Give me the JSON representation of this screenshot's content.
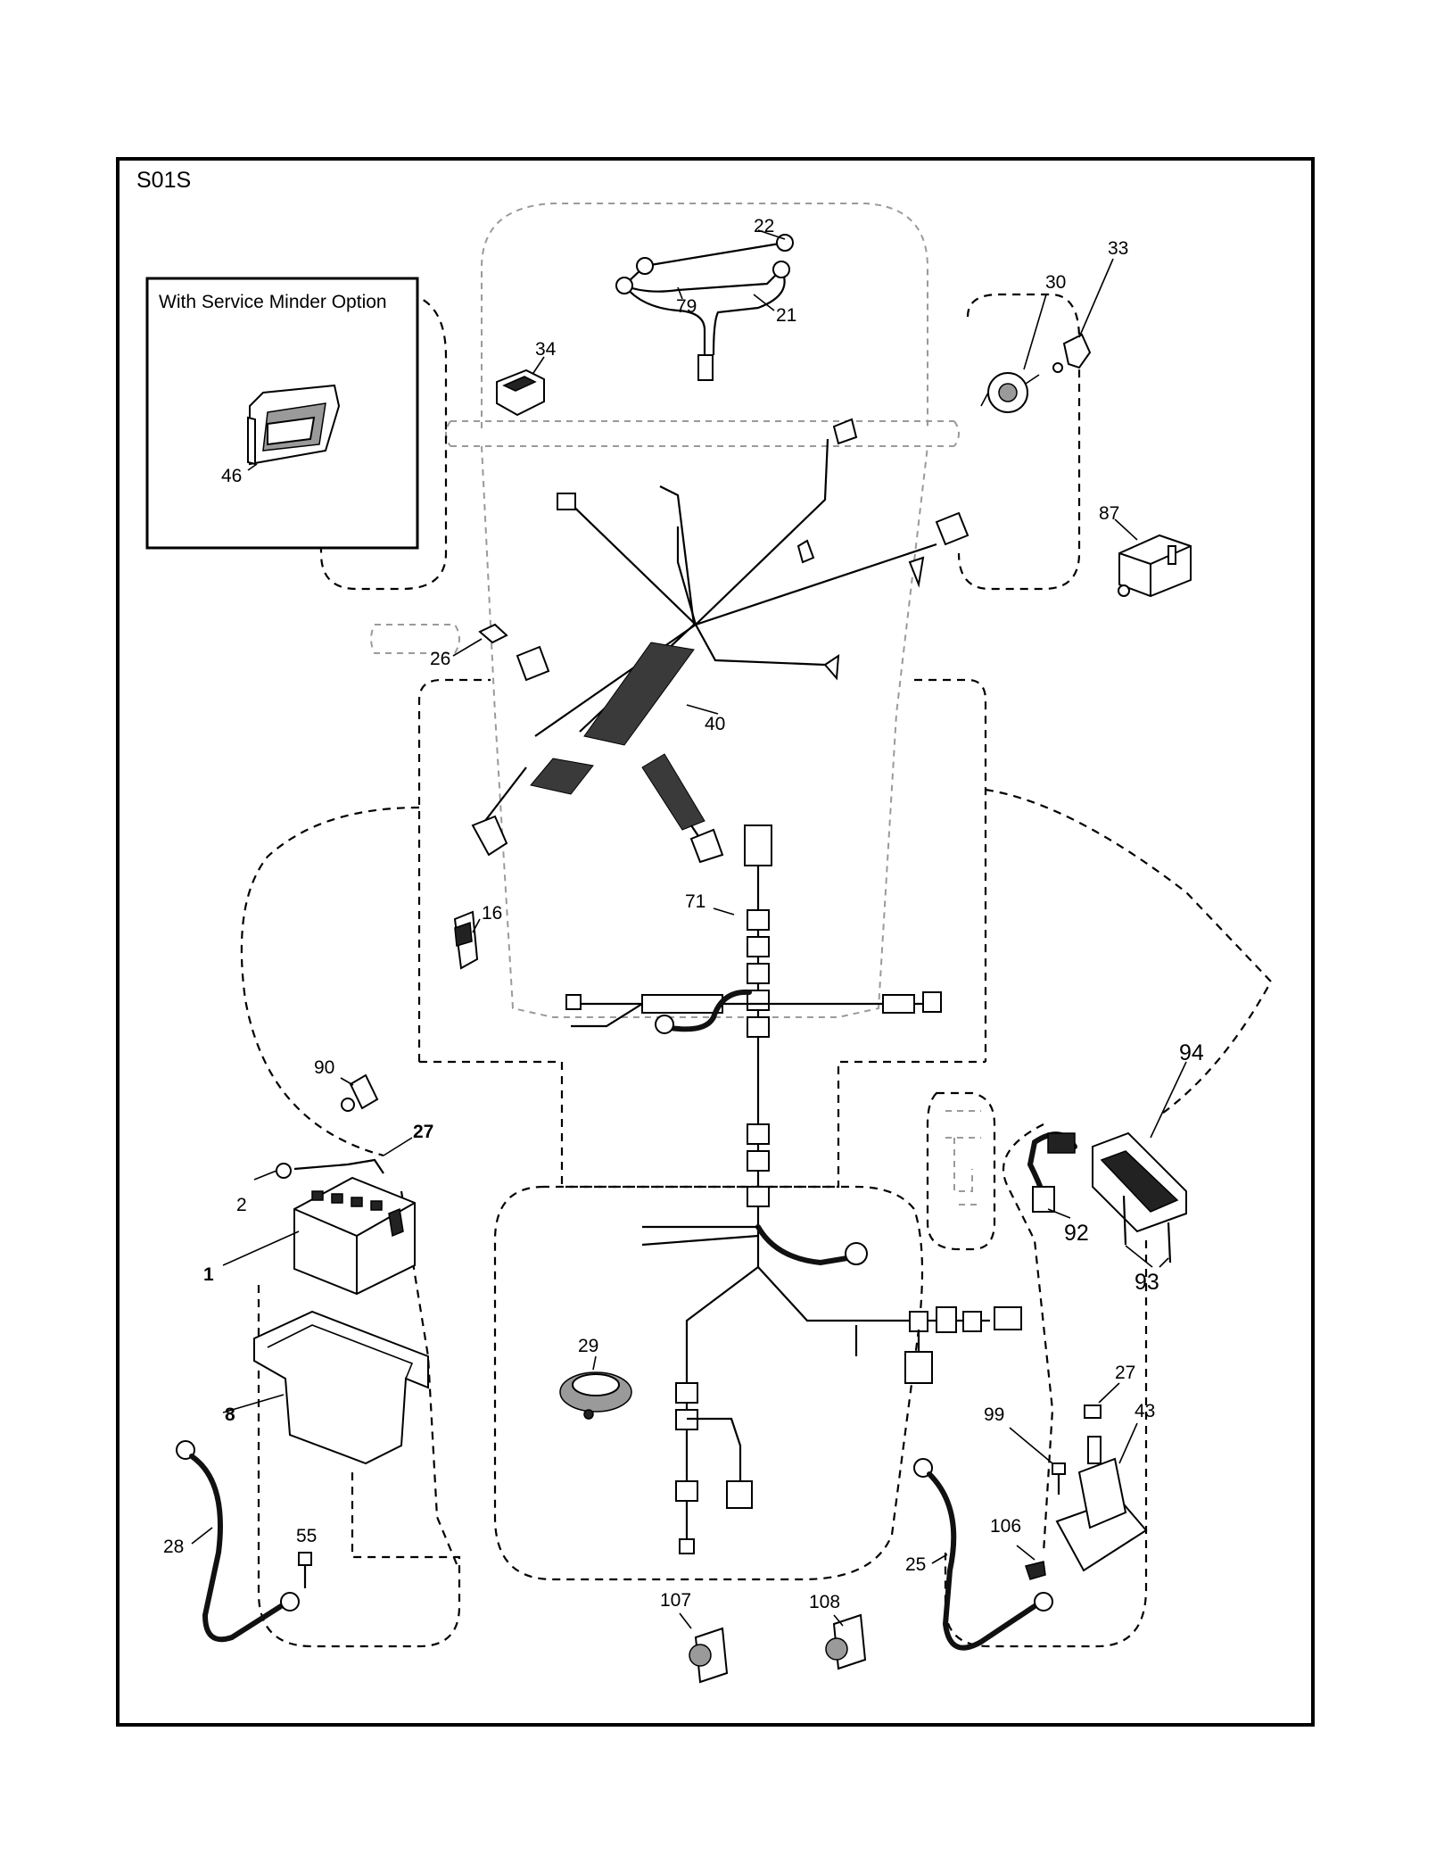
{
  "diagram_code": "S01S",
  "inset": {
    "title": "With Service Minder Option"
  },
  "callouts": [
    {
      "id": "c22",
      "text": "22"
    },
    {
      "id": "c79",
      "text": "79"
    },
    {
      "id": "c21",
      "text": "21"
    },
    {
      "id": "c34",
      "text": "34"
    },
    {
      "id": "c30",
      "text": "30"
    },
    {
      "id": "c33",
      "text": "33"
    },
    {
      "id": "c46",
      "text": "46"
    },
    {
      "id": "c87",
      "text": "87"
    },
    {
      "id": "c26",
      "text": "26"
    },
    {
      "id": "c40",
      "text": "40"
    },
    {
      "id": "c71",
      "text": "71"
    },
    {
      "id": "c16",
      "text": "16"
    },
    {
      "id": "c90",
      "text": "90"
    },
    {
      "id": "c94",
      "text": "94"
    },
    {
      "id": "c27a",
      "text": "27"
    },
    {
      "id": "c2",
      "text": "2"
    },
    {
      "id": "c1",
      "text": "1"
    },
    {
      "id": "c92",
      "text": "92"
    },
    {
      "id": "c93",
      "text": "93"
    },
    {
      "id": "c8",
      "text": "8"
    },
    {
      "id": "c29",
      "text": "29"
    },
    {
      "id": "c27b",
      "text": "27"
    },
    {
      "id": "c43",
      "text": "43"
    },
    {
      "id": "c99",
      "text": "99"
    },
    {
      "id": "c28",
      "text": "28"
    },
    {
      "id": "c55",
      "text": "55"
    },
    {
      "id": "c106",
      "text": "106"
    },
    {
      "id": "c25",
      "text": "25"
    },
    {
      "id": "c107",
      "text": "107"
    },
    {
      "id": "c108",
      "text": "108"
    }
  ]
}
